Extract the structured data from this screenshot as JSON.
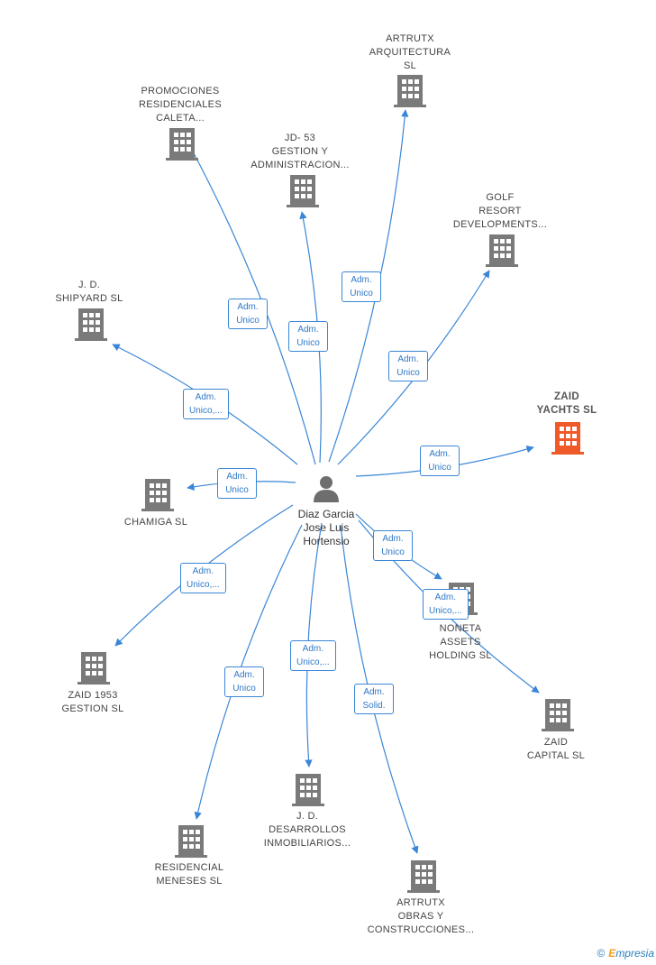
{
  "colors": {
    "edge": "#3a86d6",
    "building": "#7a7a7a",
    "building_highlight": "#f05a28",
    "person": "#6e6e6e"
  },
  "center": {
    "icon": "person-icon",
    "label": "Diaz Garcia\nJose Luis\nHortensio"
  },
  "nodes": [
    {
      "id": "artrutx-arquitectura",
      "label": "ARTRUTX\nARQUITECTURA\nSL",
      "icon": "building-icon"
    },
    {
      "id": "promociones-residenciales",
      "label": "PROMOCIONES\nRESIDENCIALES\nCALETA...",
      "icon": "building-icon"
    },
    {
      "id": "jd53",
      "label": "JD- 53\nGESTION Y\nADMINISTRACION...",
      "icon": "building-icon"
    },
    {
      "id": "golf-resort",
      "label": "GOLF\nRESORT\nDEVELOPMENTS...",
      "icon": "building-icon"
    },
    {
      "id": "jd-shipyard",
      "label": "J. D.\nSHIPYARD SL",
      "icon": "building-icon"
    },
    {
      "id": "zaid-yachts",
      "label": "ZAID\nYACHTS SL",
      "icon": "building-icon",
      "highlight": true
    },
    {
      "id": "chamiga",
      "label": "CHAMIGA SL",
      "icon": "building-icon"
    },
    {
      "id": "noneta",
      "label": "NONETA\nASSETS\nHOLDING SL",
      "icon": "building-icon"
    },
    {
      "id": "zaid-1953",
      "label": "ZAID 1953\nGESTION SL",
      "icon": "building-icon"
    },
    {
      "id": "zaid-capital",
      "label": "ZAID\nCAPITAL SL",
      "icon": "building-icon"
    },
    {
      "id": "jd-desarrollos",
      "label": "J. D.\nDESARROLLOS\nINMOBILIARIOS...",
      "icon": "building-icon"
    },
    {
      "id": "residencial-meneses",
      "label": "RESIDENCIAL\nMENESES SL",
      "icon": "building-icon"
    },
    {
      "id": "artrutx-obras",
      "label": "ARTRUTX\nOBRAS Y\nCONSTRUCCIONES...",
      "icon": "building-icon"
    }
  ],
  "edges": [
    {
      "target": "artrutx-arquitectura",
      "label": "Adm.\nUnico"
    },
    {
      "target": "promociones-residenciales",
      "label": "Adm.\nUnico"
    },
    {
      "target": "jd53",
      "label": "Adm.\nUnico"
    },
    {
      "target": "golf-resort",
      "label": "Adm.\nUnico"
    },
    {
      "target": "jd-shipyard",
      "label": "Adm.\nUnico,..."
    },
    {
      "target": "zaid-yachts",
      "label": "Adm.\nUnico"
    },
    {
      "target": "chamiga",
      "label": "Adm.\nUnico"
    },
    {
      "target": "noneta",
      "label": "Adm.\nUnico"
    },
    {
      "target": "zaid-capital",
      "label": "Adm.\nUnico,..."
    },
    {
      "target": "zaid-1953",
      "label": "Adm.\nUnico,..."
    },
    {
      "target": "residencial-meneses",
      "label": "Adm.\nUnico"
    },
    {
      "target": "jd-desarrollos",
      "label": "Adm.\nUnico,..."
    },
    {
      "target": "artrutx-obras",
      "label": "Adm.\nSolid."
    }
  ],
  "footer": {
    "copyright": "©",
    "brand_initial": "E",
    "brand_rest": "mpresia"
  }
}
